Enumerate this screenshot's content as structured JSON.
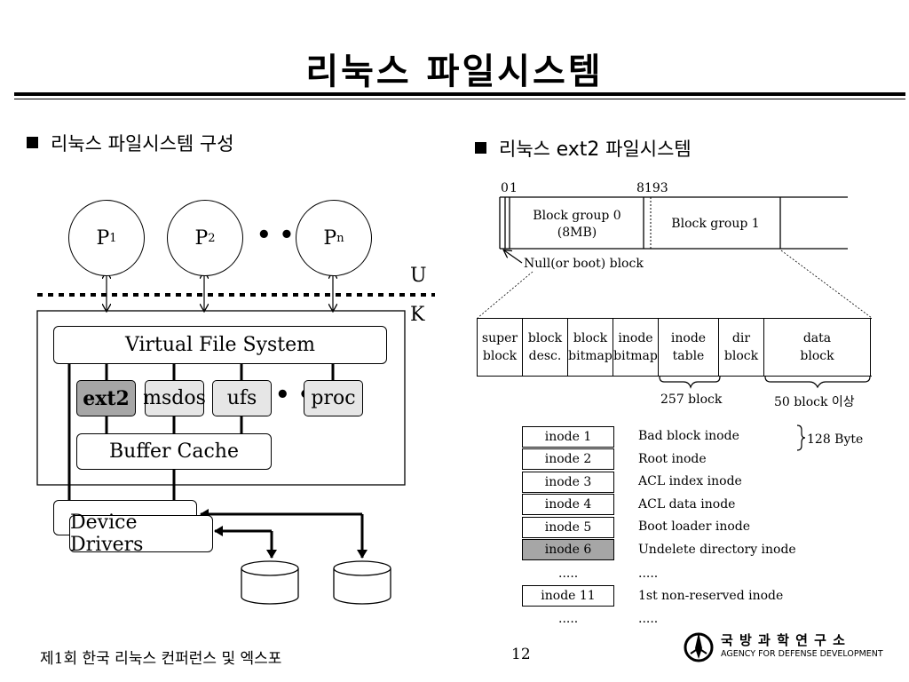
{
  "title": "리눅스 파일시스템",
  "left": {
    "heading": "리눅스 파일시스템 구성",
    "processes": [
      {
        "name": "P",
        "sub": "1"
      },
      {
        "name": "P",
        "sub": "2"
      },
      {
        "name": "P",
        "sub": "n"
      }
    ],
    "ellipsis": "• •",
    "user_label": "U",
    "kernel_label": "K",
    "vfs": "Virtual File System",
    "filesystems": [
      "ext2",
      "msdos",
      "ufs",
      "proc"
    ],
    "buffer_cache": "Buffer Cache",
    "device_drivers": "Device Drivers"
  },
  "right": {
    "heading_prefix": "리눅스 ",
    "heading_mid": "ext2",
    "heading_suffix": " 파일시스템",
    "offsets": {
      "zero": "0",
      "one": "1",
      "end": "8193"
    },
    "group0": {
      "line1": "Block group 0",
      "line2": "(8MB)"
    },
    "group1": "Block group 1",
    "null_block": "Null(or boot) block",
    "cells": [
      {
        "l1": "super",
        "l2": "block"
      },
      {
        "l1": "block",
        "l2": "desc."
      },
      {
        "l1": "block",
        "l2": "bitmap"
      },
      {
        "l1": "inode",
        "l2": "bitmap"
      },
      {
        "l1": "inode",
        "l2": "table"
      },
      {
        "l1": "dir",
        "l2": "block"
      },
      {
        "l1": "data",
        "l2": "block"
      }
    ],
    "brace_inode": "257 block",
    "brace_data": "50 block 이상",
    "inodes": [
      {
        "name": "inode 1",
        "desc": "Bad block inode"
      },
      {
        "name": "inode 2",
        "desc": "Root inode"
      },
      {
        "name": "inode 3",
        "desc": "ACL index inode"
      },
      {
        "name": "inode 4",
        "desc": "ACL data inode"
      },
      {
        "name": "inode 5",
        "desc": "Boot loader inode"
      },
      {
        "name": "inode 6",
        "desc": "Undelete directory inode"
      },
      {
        "name": ".....",
        "desc": "....."
      },
      {
        "name": "inode 11",
        "desc": "1st non-reserved inode"
      },
      {
        "name": ".....",
        "desc": "....."
      }
    ],
    "inode_size": "128 Byte"
  },
  "footer": {
    "conference": "제1회 한국 리눅스 컨퍼런스 및 엑스포",
    "page": "12",
    "agency_kr": "국 방 과 학 연 구 소",
    "agency_en": "AGENCY FOR DEFENSE DEVELOPMENT"
  },
  "colors": {
    "fs_fill": "#e6e6e6",
    "ext2_fill": "#a6a6a6",
    "inode6_fill": "#a6a6a6"
  }
}
